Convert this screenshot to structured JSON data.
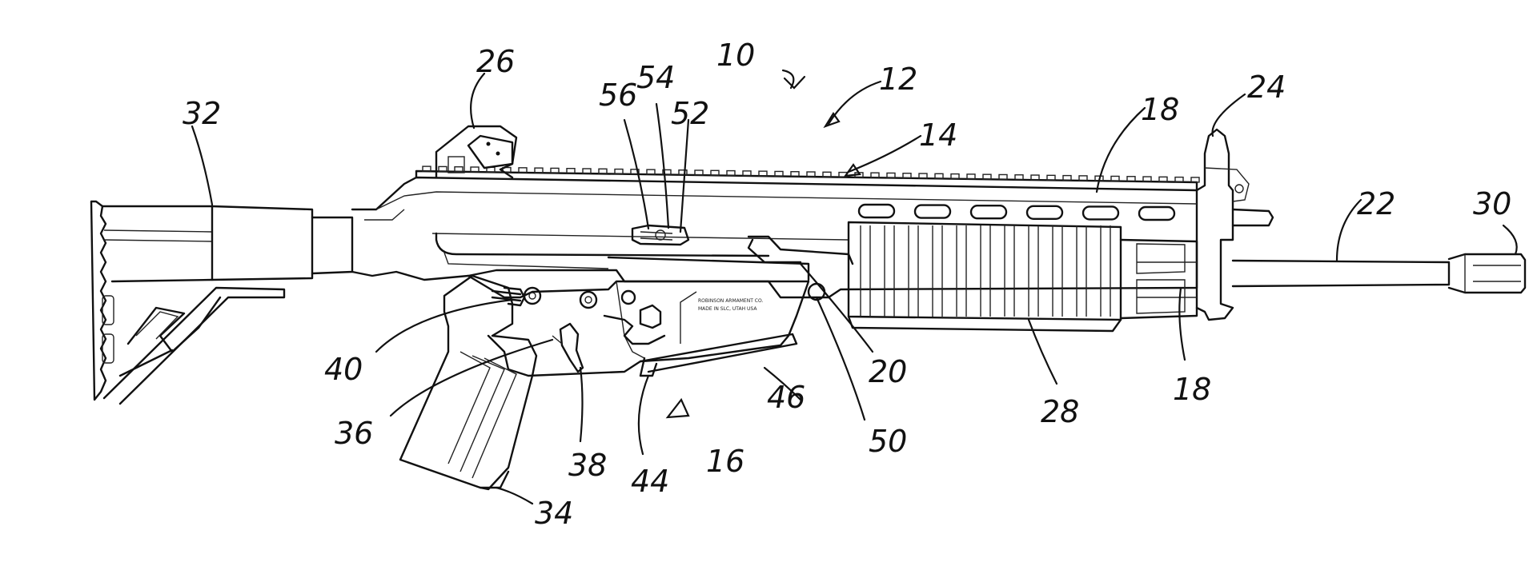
{
  "figure": {
    "stamp_lines": [
      "ROBINSON ARMAMENT CO.",
      "MADE IN SLC, UTAH USA"
    ],
    "reference_numerals": [
      {
        "id": "n10",
        "text": "10"
      },
      {
        "id": "n12",
        "text": "12"
      },
      {
        "id": "n14",
        "text": "14"
      },
      {
        "id": "n16",
        "text": "16"
      },
      {
        "id": "n18a",
        "text": "18"
      },
      {
        "id": "n18b",
        "text": "18"
      },
      {
        "id": "n20",
        "text": "20"
      },
      {
        "id": "n22",
        "text": "22"
      },
      {
        "id": "n24",
        "text": "24"
      },
      {
        "id": "n26",
        "text": "26"
      },
      {
        "id": "n28",
        "text": "28"
      },
      {
        "id": "n30",
        "text": "30"
      },
      {
        "id": "n32",
        "text": "32"
      },
      {
        "id": "n34",
        "text": "34"
      },
      {
        "id": "n36",
        "text": "36"
      },
      {
        "id": "n38",
        "text": "38"
      },
      {
        "id": "n40",
        "text": "40"
      },
      {
        "id": "n44",
        "text": "44"
      },
      {
        "id": "n46",
        "text": "46"
      },
      {
        "id": "n50",
        "text": "50"
      },
      {
        "id": "n52",
        "text": "52"
      },
      {
        "id": "n54",
        "text": "54"
      },
      {
        "id": "n56",
        "text": "56"
      }
    ]
  }
}
